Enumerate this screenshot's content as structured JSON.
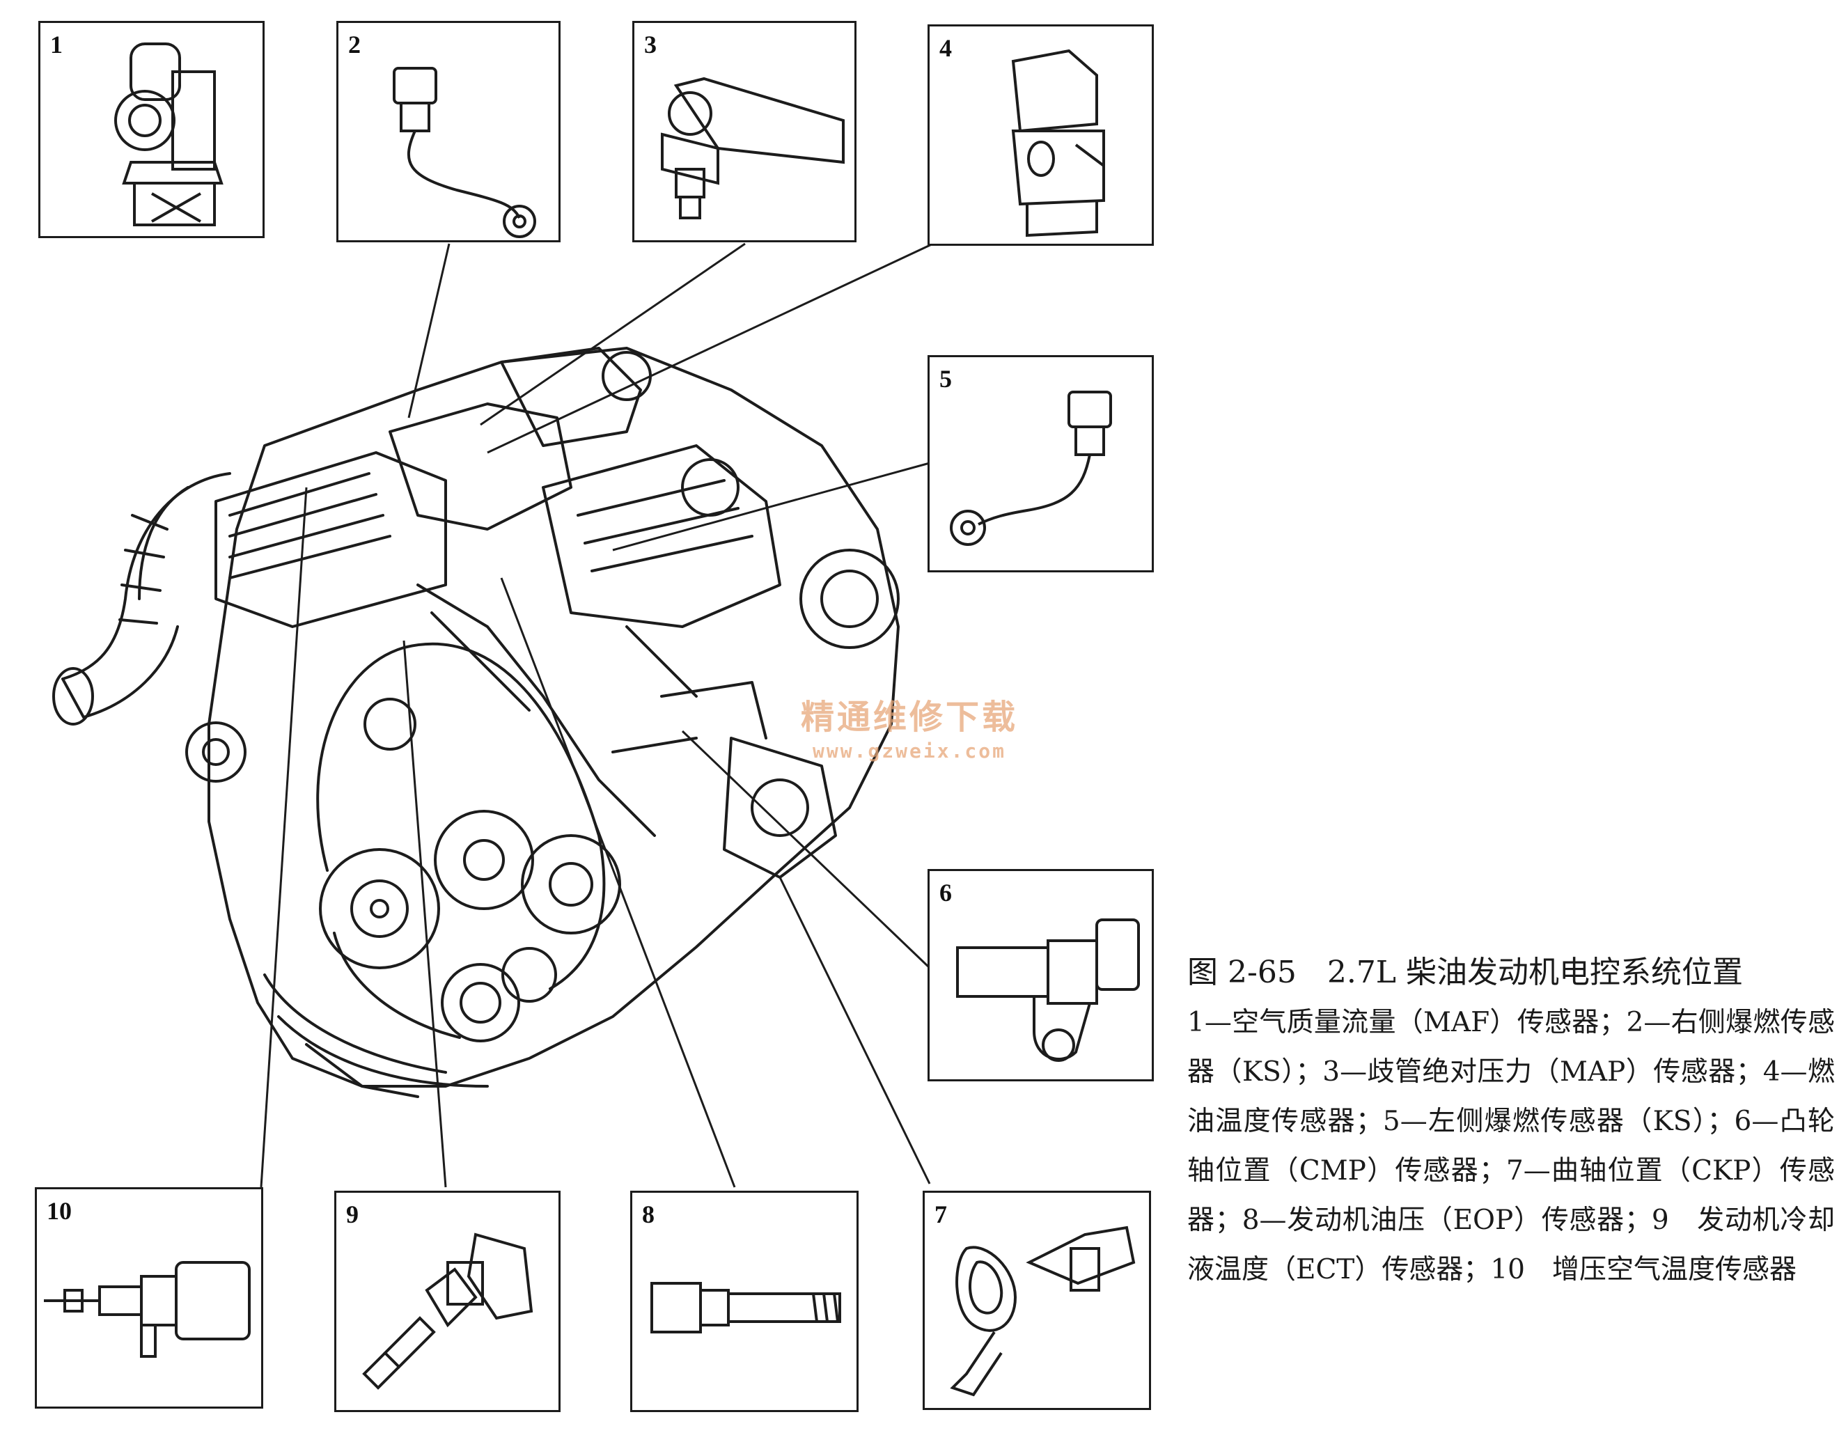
{
  "callouts": [
    {
      "num": "1"
    },
    {
      "num": "2"
    },
    {
      "num": "3"
    },
    {
      "num": "4"
    },
    {
      "num": "5"
    },
    {
      "num": "6"
    },
    {
      "num": "7"
    },
    {
      "num": "8"
    },
    {
      "num": "9"
    },
    {
      "num": "10"
    }
  ],
  "watermark": {
    "text": "精通维修下载",
    "url": "www.gzweix.com"
  },
  "caption": {
    "title": "图 2-65　2.7L 柴油发动机电控系统位置",
    "body": "1—空气质量流量（MAF）传感器；2—右侧爆燃传感器（KS）；3—歧管绝对压力（MAP）传感器；4—燃油温度传感器；5—左侧爆燃传感器（KS）；6—凸轮轴位置（CMP）传感器；7—曲轴位置（CKP）传感器；8—发动机油压（EOP）传感器；9　发动机冷却液温度（ECT）传感器；10　增压空气温度传感器"
  }
}
